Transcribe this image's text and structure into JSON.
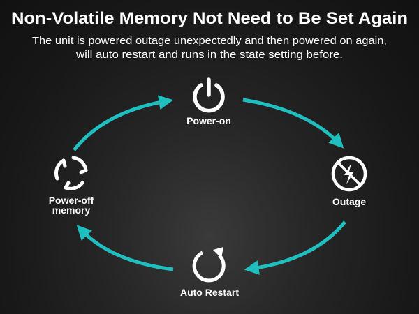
{
  "header": {
    "title": "Non-Volatile Memory Not Need to Be Set Again",
    "subtitle_line1": "The unit is powered outage unexpectedly and then powered on again,",
    "subtitle_line2": "will auto restart and runs in the state setting before."
  },
  "cycle": {
    "steps": [
      {
        "label": "Power-on",
        "icon": "power-icon"
      },
      {
        "label": "Outage",
        "icon": "no-power-icon"
      },
      {
        "label": "Auto Restart",
        "icon": "restart-icon"
      },
      {
        "label_line1": "Power-off",
        "label_line2": "memory",
        "icon": "cycle-arrows-icon"
      }
    ]
  },
  "colors": {
    "arrow": "#1fbfbf",
    "text": "#ffffff",
    "background": "#1c1c1c"
  }
}
